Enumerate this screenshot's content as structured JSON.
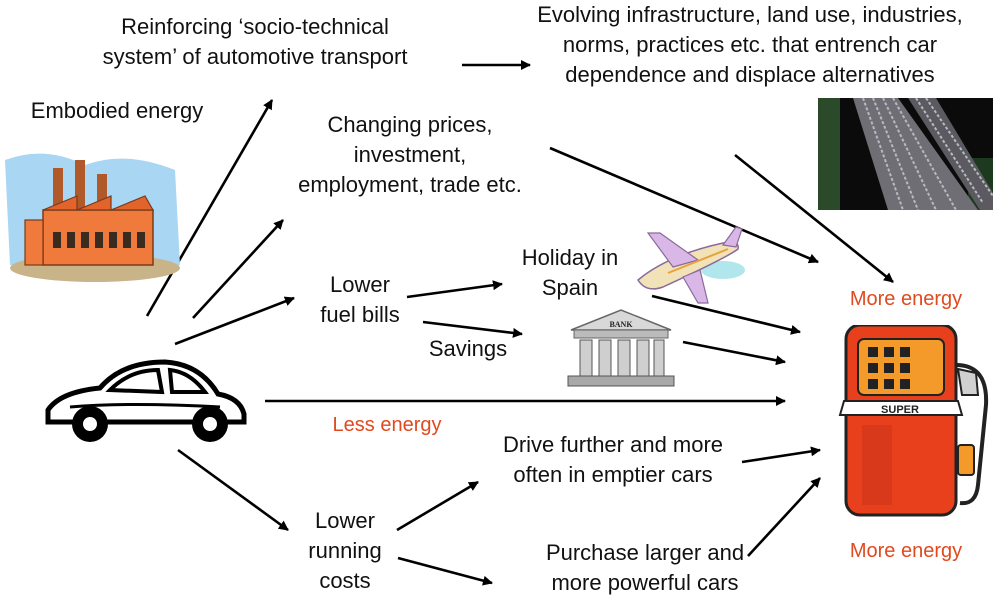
{
  "labels": {
    "reinforcing": [
      "Reinforcing ‘socio-technical",
      "system’ of automotive transport"
    ],
    "evolving": [
      "Evolving infrastructure, land use, industries,",
      "norms, practices etc. that entrench car",
      "dependence and displace alternatives"
    ],
    "embodied": "Embodied energy",
    "changing": [
      "Changing prices,",
      "investment,",
      "employment, trade etc."
    ],
    "fuel_bills": [
      "Lower",
      "fuel bills"
    ],
    "holiday": [
      "Holiday in",
      "Spain"
    ],
    "savings": "Savings",
    "more_energy_top": "More energy",
    "less_energy": "Less energy",
    "drive": [
      "Drive further and more",
      "often in emptier cars"
    ],
    "running": [
      "Lower",
      "running",
      "costs"
    ],
    "purchase": [
      "Purchase larger and",
      "more powerful cars"
    ],
    "more_energy_bottom": "More energy",
    "bank_sign": "BANK",
    "pump_sign": "SUPER"
  },
  "colors": {
    "text": "#111111",
    "highlight": "#e04a1e",
    "factory": "#f07a3c",
    "pump_red": "#e8401c",
    "pump_orange": "#f49a2a"
  },
  "icons": [
    "factory-icon",
    "car-icon",
    "airplane-icon",
    "bank-icon",
    "traffic-jam-photo",
    "fuel-pump-icon"
  ]
}
